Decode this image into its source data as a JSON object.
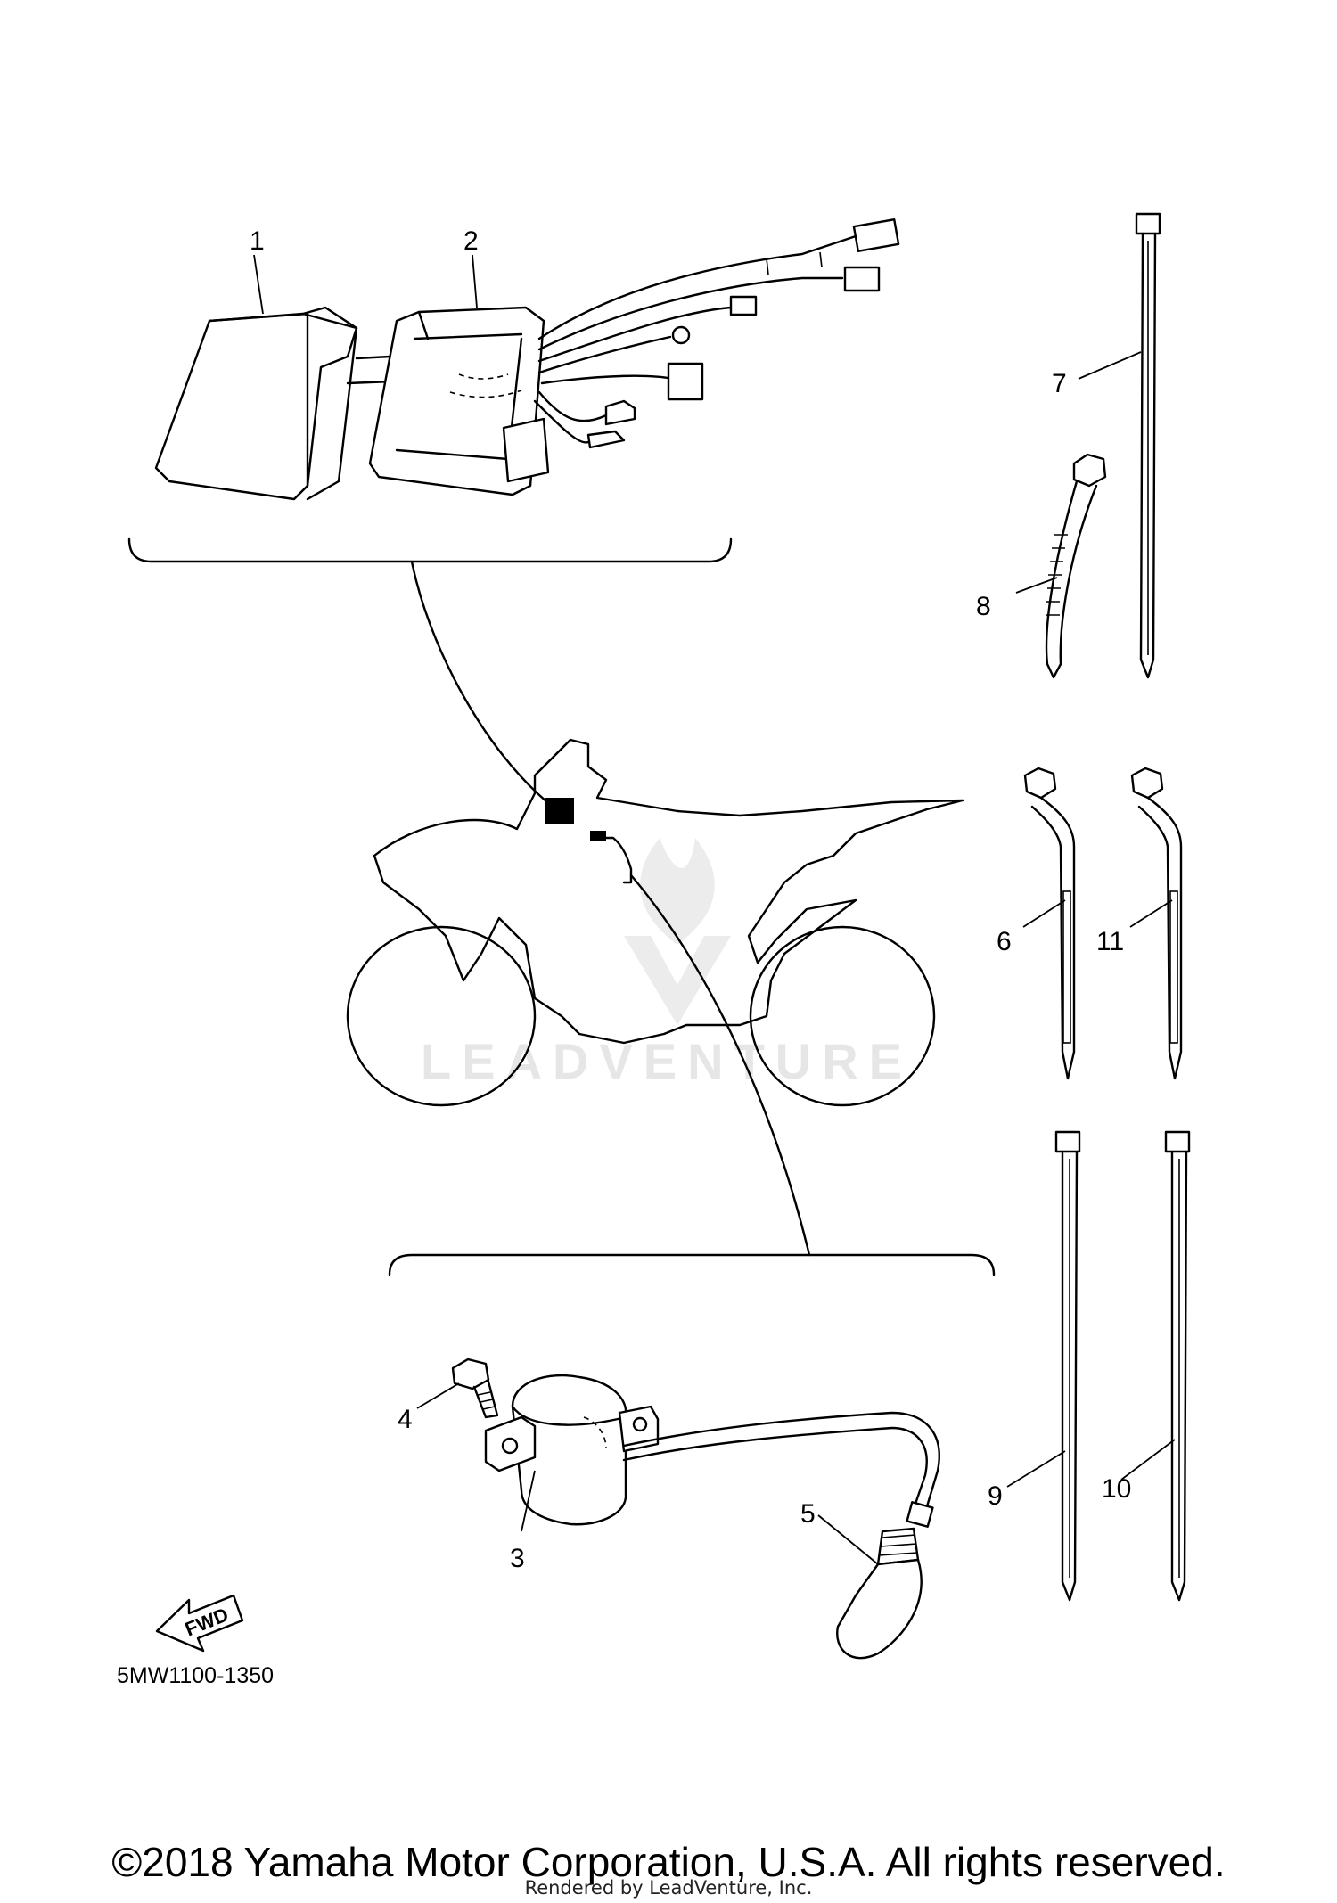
{
  "watermark": "LEADVENTURE",
  "parts": {
    "p1": "1",
    "p2": "2",
    "p3": "3",
    "p4": "4",
    "p5": "5",
    "p6": "6",
    "p7": "7",
    "p8": "8",
    "p9": "9",
    "p10": "10",
    "p11": "11"
  },
  "fwd_label": "FWD",
  "diagram_code": "5MW1100-1350",
  "footer": {
    "copyright": "©2018 Yamaha Motor Corporation, U.S.A. All rights reserved.",
    "rendered_by": "Rendered by LeadVenture, Inc."
  }
}
